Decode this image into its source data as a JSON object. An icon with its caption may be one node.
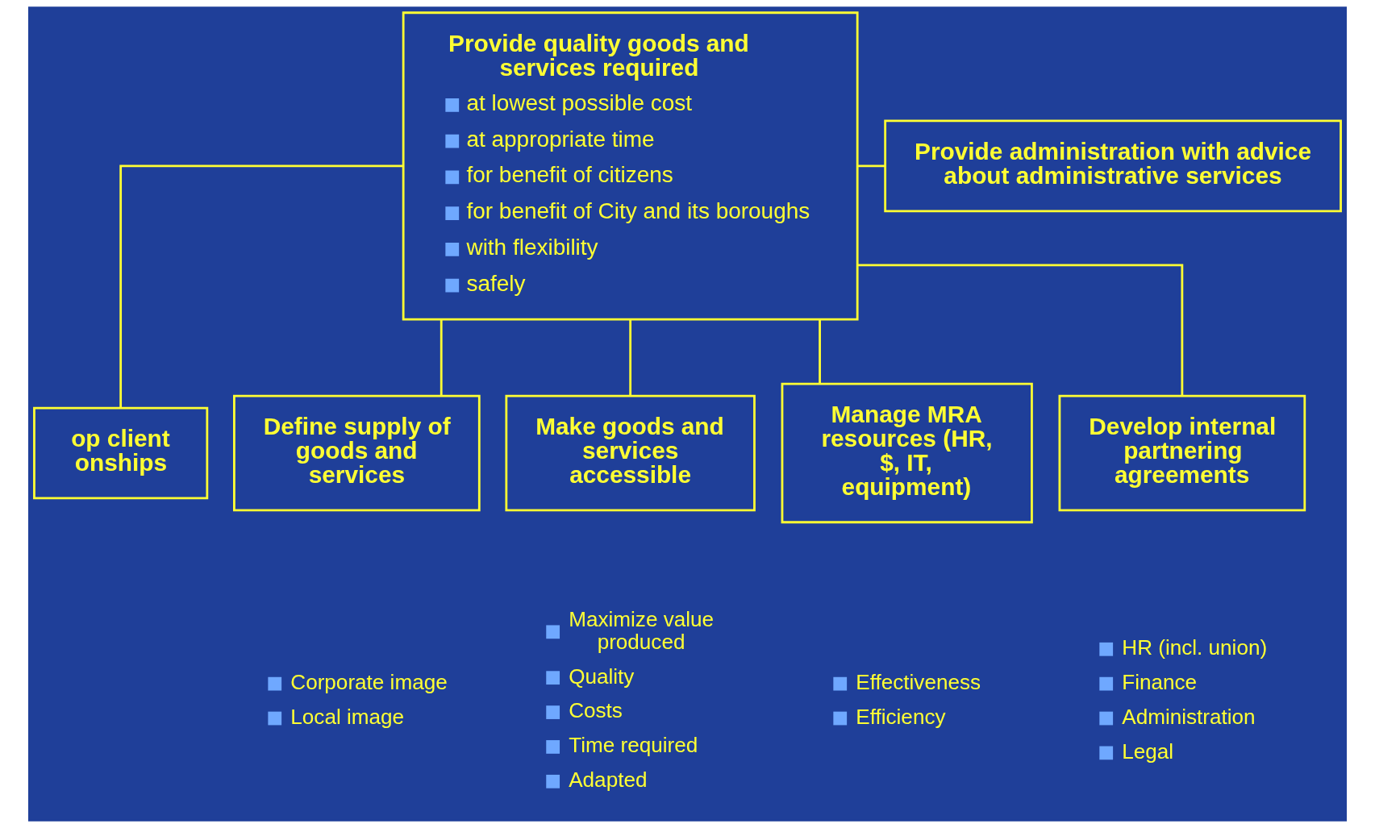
{
  "diagram": {
    "nodes": [
      {
        "text": [
          "Provide quality goods and services required",
          "at lowest possible cost",
          "at appropriate time",
          "for benefit of citizens",
          "for benefit of City and its boroughs",
          "with flexibility",
          "safely"
        ]
      },
      {
        "text": [
          "Provide administration with advice about administrative services"
        ]
      },
      {
        "text": [
          "op client onships"
        ]
      },
      {
        "text": [
          "Define supply of goods and services"
        ],
        "beside": [
          "Corporate image",
          "Local image"
        ]
      },
      {
        "text": [
          "Make goods and services accessible"
        ],
        "beside": [
          "Maximize value produced",
          "Quality",
          "Costs",
          "Time required",
          "Adapted"
        ]
      },
      {
        "text": [
          "Manage MRA resources (HR, $, IT, equipment)"
        ],
        "beside": [
          "Effectiveness",
          "Efficiency"
        ]
      },
      {
        "text": [
          "Develop internal partnering agreements"
        ],
        "beside": [
          "HR (incl. union)",
          "Finance",
          "Administration",
          "Legal"
        ]
      }
    ],
    "edges": [
      {
        "from": 0,
        "to": 1,
        "arrow": "none"
      },
      {
        "from": 0,
        "to": 2,
        "arrow": "none"
      },
      {
        "from": 0,
        "to": 3,
        "arrow": "none"
      },
      {
        "from": 0,
        "to": 4,
        "arrow": "none"
      },
      {
        "from": 0,
        "to": 5,
        "arrow": "none"
      },
      {
        "from": 0,
        "to": 6,
        "arrow": "none"
      }
    ]
  }
}
